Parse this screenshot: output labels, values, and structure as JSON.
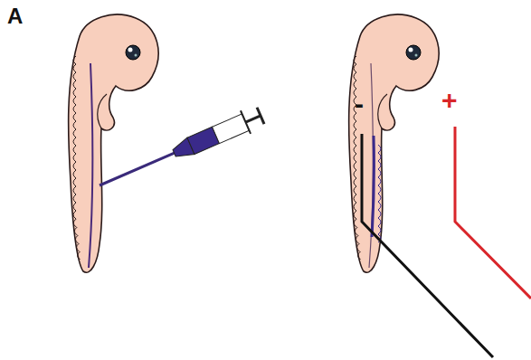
{
  "diagram": {
    "labels": [
      "A",
      "-",
      "+"
    ]
  }
}
